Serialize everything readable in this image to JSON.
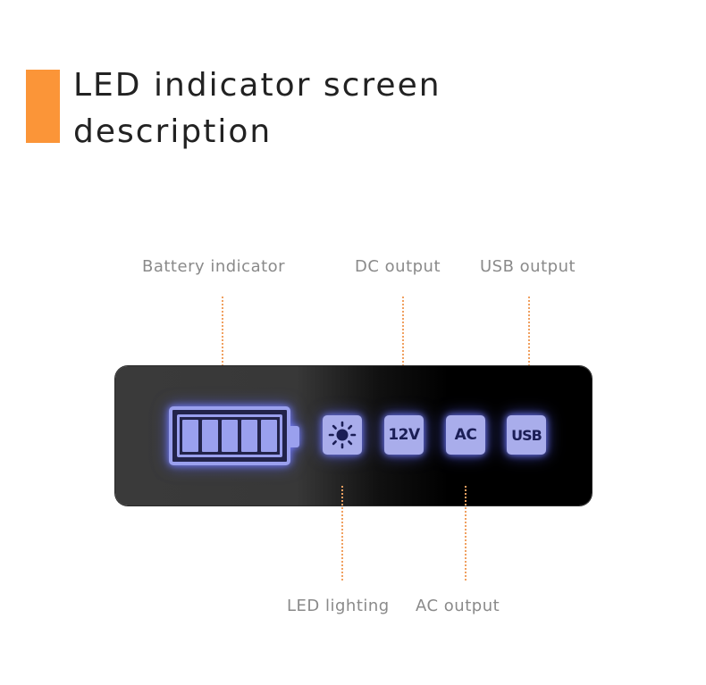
{
  "header": {
    "title_line1": "LED indicator screen",
    "title_line2": "description",
    "accent_color": "#fb9538"
  },
  "labels": {
    "battery_indicator": "Battery indicator",
    "dc_output": "DC output",
    "usb_output": "USB output",
    "led_lighting": "LED lighting",
    "ac_output": "AC output"
  },
  "panel": {
    "battery": {
      "icon": "battery-icon",
      "cells": 5
    },
    "buttons": [
      {
        "icon": "sun-icon",
        "text": ""
      },
      {
        "icon": "",
        "text": "12V"
      },
      {
        "icon": "",
        "text": "AC"
      },
      {
        "icon": "",
        "text": "USB"
      }
    ],
    "indicator_color": "#a9adeb",
    "indicator_text_color": "#1b1e56",
    "leader_color": "#f0a060"
  }
}
